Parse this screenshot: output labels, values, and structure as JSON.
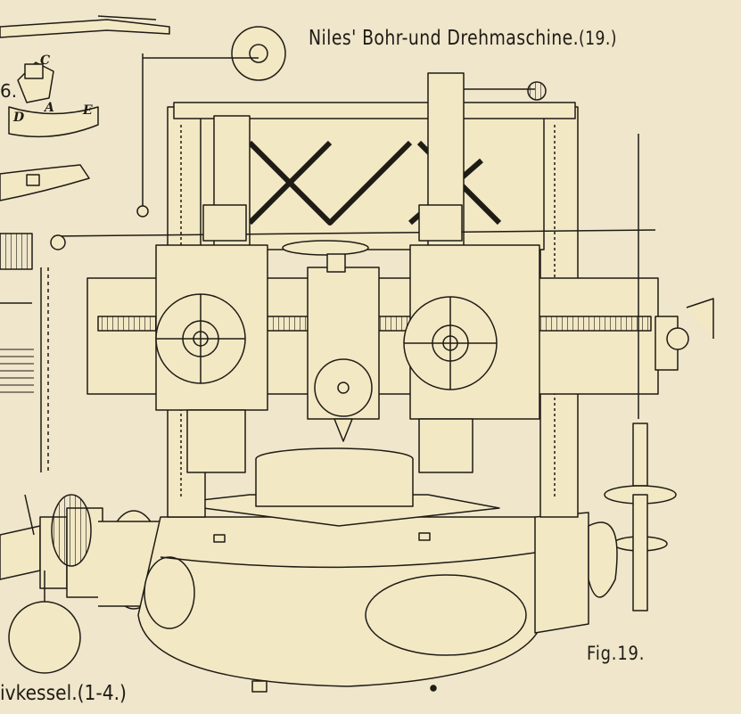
{
  "plate": {
    "title_main": "Niles' Bohr-und Drehmaschine.",
    "title_num": "(19.)",
    "fig_label": "Fig.19.",
    "bottom_caption": "ivkessel.",
    "bottom_num": "(1-4.)",
    "partial_label": "6.",
    "letters": {
      "c": "C",
      "a": "A",
      "d": "D",
      "e": "E"
    }
  },
  "colors": {
    "paper": "#efe6cb",
    "ink": "#1f1b15",
    "tint": "#f2e8c4"
  }
}
